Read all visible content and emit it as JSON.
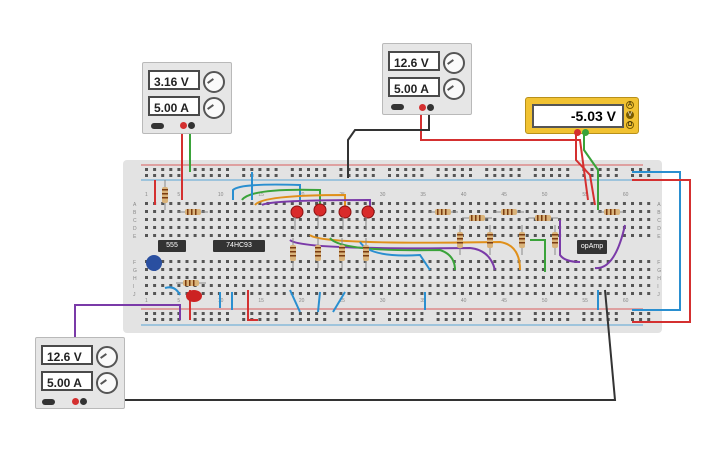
{
  "supplies": [
    {
      "voltage": "3.16 V",
      "current": "5.00 A"
    },
    {
      "voltage": "12.6 V",
      "current": "5.00 A"
    },
    {
      "voltage": "12.6 V",
      "current": "5.00 A"
    }
  ],
  "multimeter": {
    "reading": "-5.03 V",
    "modes": [
      "A",
      "V",
      "Ω"
    ]
  },
  "chips": {
    "timer": "555",
    "counter": "74HC93",
    "opamp": "opAmp"
  },
  "breadboard": {
    "row_letters": [
      "A",
      "B",
      "C",
      "D",
      "E",
      "F",
      "G",
      "H",
      "I",
      "J"
    ],
    "column_numbers": [
      "1",
      "5",
      "10",
      "15",
      "20",
      "25",
      "30",
      "35",
      "40",
      "45",
      "50",
      "55",
      "60"
    ]
  },
  "colors": {
    "wire_red": "#d43030",
    "wire_black": "#333333",
    "wire_green": "#3aa33a",
    "wire_blue": "#2a8fd0",
    "wire_purple": "#7a3aa8",
    "wire_orange": "#e0901a",
    "led_red": "#d92a2a",
    "meter_yellow": "#f1c232"
  }
}
